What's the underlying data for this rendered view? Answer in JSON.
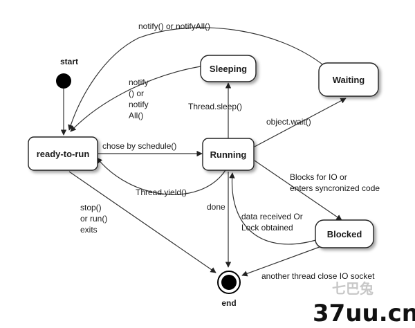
{
  "diagram": {
    "states": {
      "ready": "ready-to-run",
      "running": "Running",
      "sleeping": "Sleeping",
      "waiting": "Waiting",
      "blocked": "Blocked"
    },
    "start_label": "start",
    "end_label": "end",
    "transitions": {
      "notify_all_long": "notify() or notifyAll()",
      "notify_short": [
        "notify",
        "() or",
        "notify",
        "All()"
      ],
      "thread_sleep": "Thread.sleep()",
      "object_wait": "object.wait()",
      "chose_schedule": "chose by schedule()",
      "blocks_io": [
        "Blocks for IO or",
        "enters syncronized code"
      ],
      "thread_yield": "Thread.yield()",
      "done": "done",
      "stop_run": [
        "stop()",
        "or run()",
        "exits"
      ],
      "data_received": [
        "data received Or",
        "Lock obtained"
      ],
      "another_thread": "another thread close IO socket"
    }
  },
  "watermark": {
    "site": "37uu.cn",
    "chinese": "七巴兔"
  }
}
